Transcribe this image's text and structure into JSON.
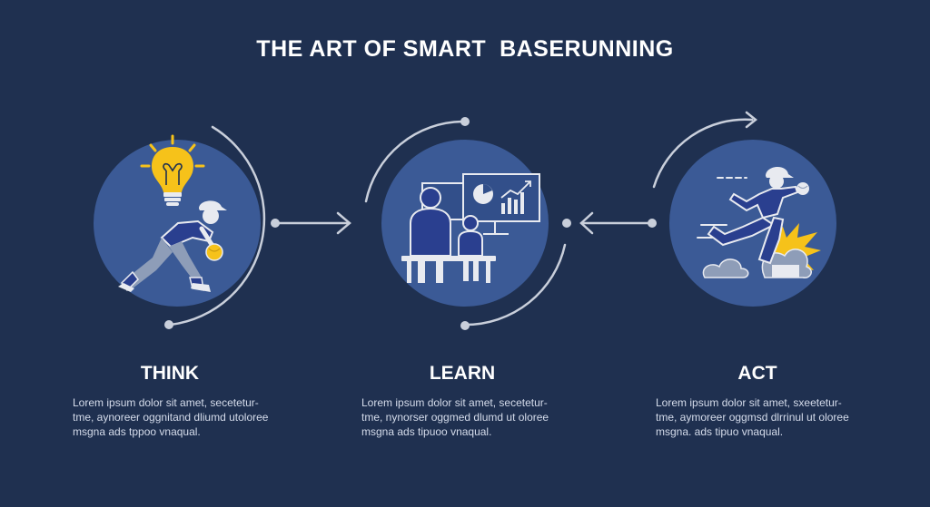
{
  "title": "THE ART OF SMART  BASERUNNING",
  "colors": {
    "background": "#1f3050",
    "circle": "#3b5a96",
    "icon_white": "#f1f3f8",
    "icon_navy": "#2a3f8f",
    "accent_yellow": "#f6c21a",
    "connector": "#c9cfdb"
  },
  "steps": [
    {
      "label": "THINK",
      "icon": "lightbulb-and-crouching-player-icon",
      "description": [
        "Lorem ipsum dolor sit amet,  secetetur-",
        "tme, aynoreer oggnitand dliumd utoloree",
        "msgna  ads tppoo vnaqual."
      ]
    },
    {
      "label": "LEARN",
      "icon": "player-and-child-watching-charts-icon",
      "description": [
        "Lorem ipsum dolor sit amet, secetetur-",
        "tme, nynorser oggmed dlumd ut oloree",
        "msgna ads tipuoo vnaqual."
      ]
    },
    {
      "label": "ACT",
      "icon": "sliding-runner-icon",
      "description": [
        "Lorem ipsum dolor sit amet,  sxeetetur-",
        "tme, aymoreer oggmsd dlrrinul ut oloree",
        "msgna. ads tipuo vnaqual."
      ]
    }
  ]
}
